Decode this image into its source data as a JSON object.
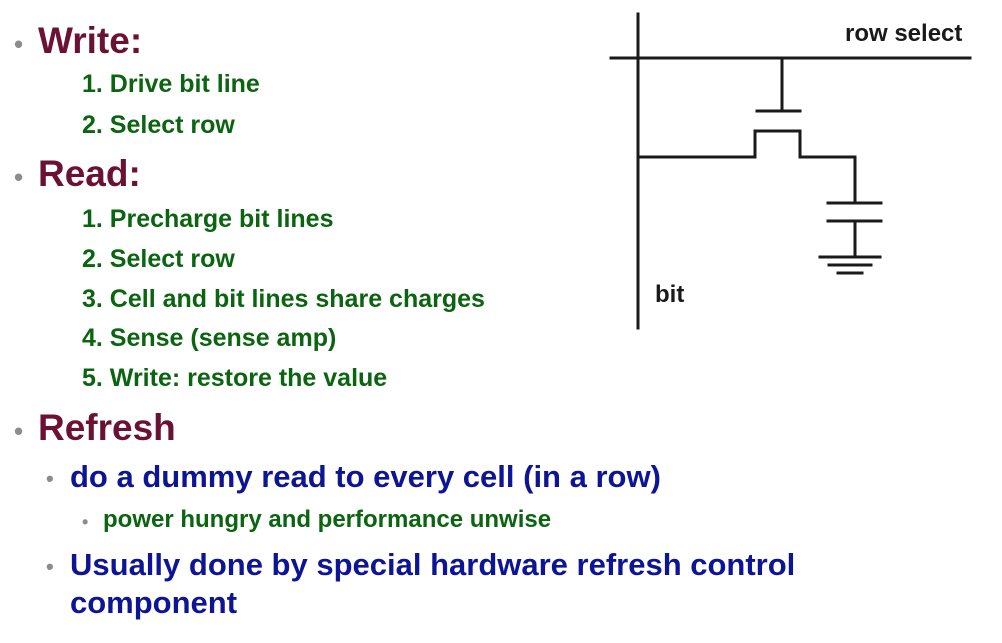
{
  "sections": {
    "write": {
      "heading": "Write:",
      "steps": [
        "1. Drive bit line",
        "2. Select row"
      ]
    },
    "read": {
      "heading": "Read:",
      "steps": [
        "1. Precharge bit lines",
        "2. Select row",
        "3. Cell and bit lines share charges",
        "4. Sense (sense amp)",
        "5. Write: restore the value"
      ]
    },
    "refresh": {
      "heading": "Refresh",
      "items": [
        {
          "text": "do a dummy read to every cell (in a row)",
          "sub": [
            "power hungry and performance unwise"
          ]
        },
        {
          "text": "Usually done by special hardware refresh control component"
        }
      ]
    }
  },
  "diagram": {
    "row_label": "row select",
    "bit_label": "bit"
  },
  "bullet_glyph": "•",
  "colors": {
    "heading": "#6b1134",
    "step": "#0b6410",
    "level1": "#0d1595",
    "bullet": "#8c8c8c"
  }
}
